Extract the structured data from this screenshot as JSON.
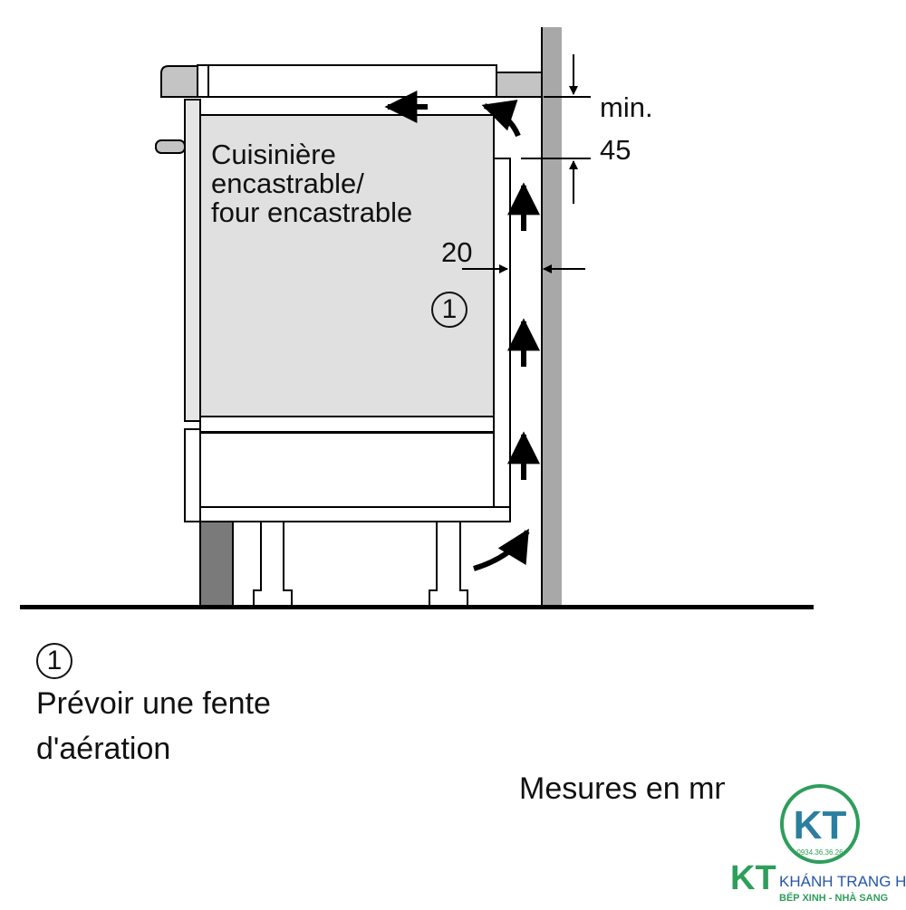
{
  "diagram": {
    "appliance_label": [
      "Cuisinière",
      "encastrable/",
      "four encastrable"
    ],
    "dim_min_label": "min.",
    "dim_min_value": "45",
    "dim_gap_value": "20",
    "callout_marker": "1"
  },
  "legend": {
    "marker": "1",
    "text_line1": "Prévoir une fente",
    "text_line2": "d'aération"
  },
  "units_note": "Mesures en mm",
  "watermark": {
    "brand": "KHÁNH TRANG HOME",
    "tagline": "BẾP XINH - NHÀ SANG",
    "phone": "0934.36.36.26",
    "colors": {
      "green": "#2e9e5b",
      "blue": "#2656a8"
    }
  }
}
